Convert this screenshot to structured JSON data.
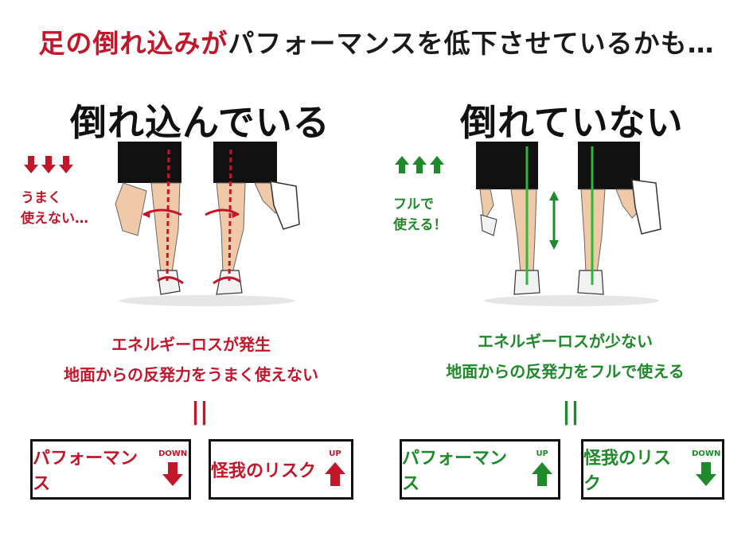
{
  "title": {
    "highlight": "足の倒れ込みが",
    "rest": "パフォーマンスを低下させているかも…"
  },
  "colors": {
    "red": "#c4162a",
    "green": "#1f8a2a",
    "text": "#111111"
  },
  "left": {
    "heading": "倒れ込んでいる",
    "note_line1": "うまく",
    "note_line2": "使えない…",
    "desc_line1": "エネルギーロスが発生",
    "desc_line2": "地面からの反発力をうまく使えない",
    "equals": "||",
    "box1": {
      "label": "パフォーマンス",
      "tag": "DOWN",
      "arrow": "arrow-down-icon"
    },
    "box2": {
      "label": "怪我のリスク",
      "tag": "UP",
      "arrow": "arrow-up-icon"
    }
  },
  "right": {
    "heading": "倒れていない",
    "note_line1": "フルで",
    "note_line2": "使える！",
    "desc_line1": "エネルギーロスが少ない",
    "desc_line2": "地面からの反発力をフルで使える",
    "equals": "||",
    "box1": {
      "label": "パフォーマンス",
      "tag": "UP",
      "arrow": "arrow-up-icon"
    },
    "box2": {
      "label": "怪我のリスク",
      "tag": "DOWN",
      "arrow": "arrow-down-icon"
    }
  }
}
